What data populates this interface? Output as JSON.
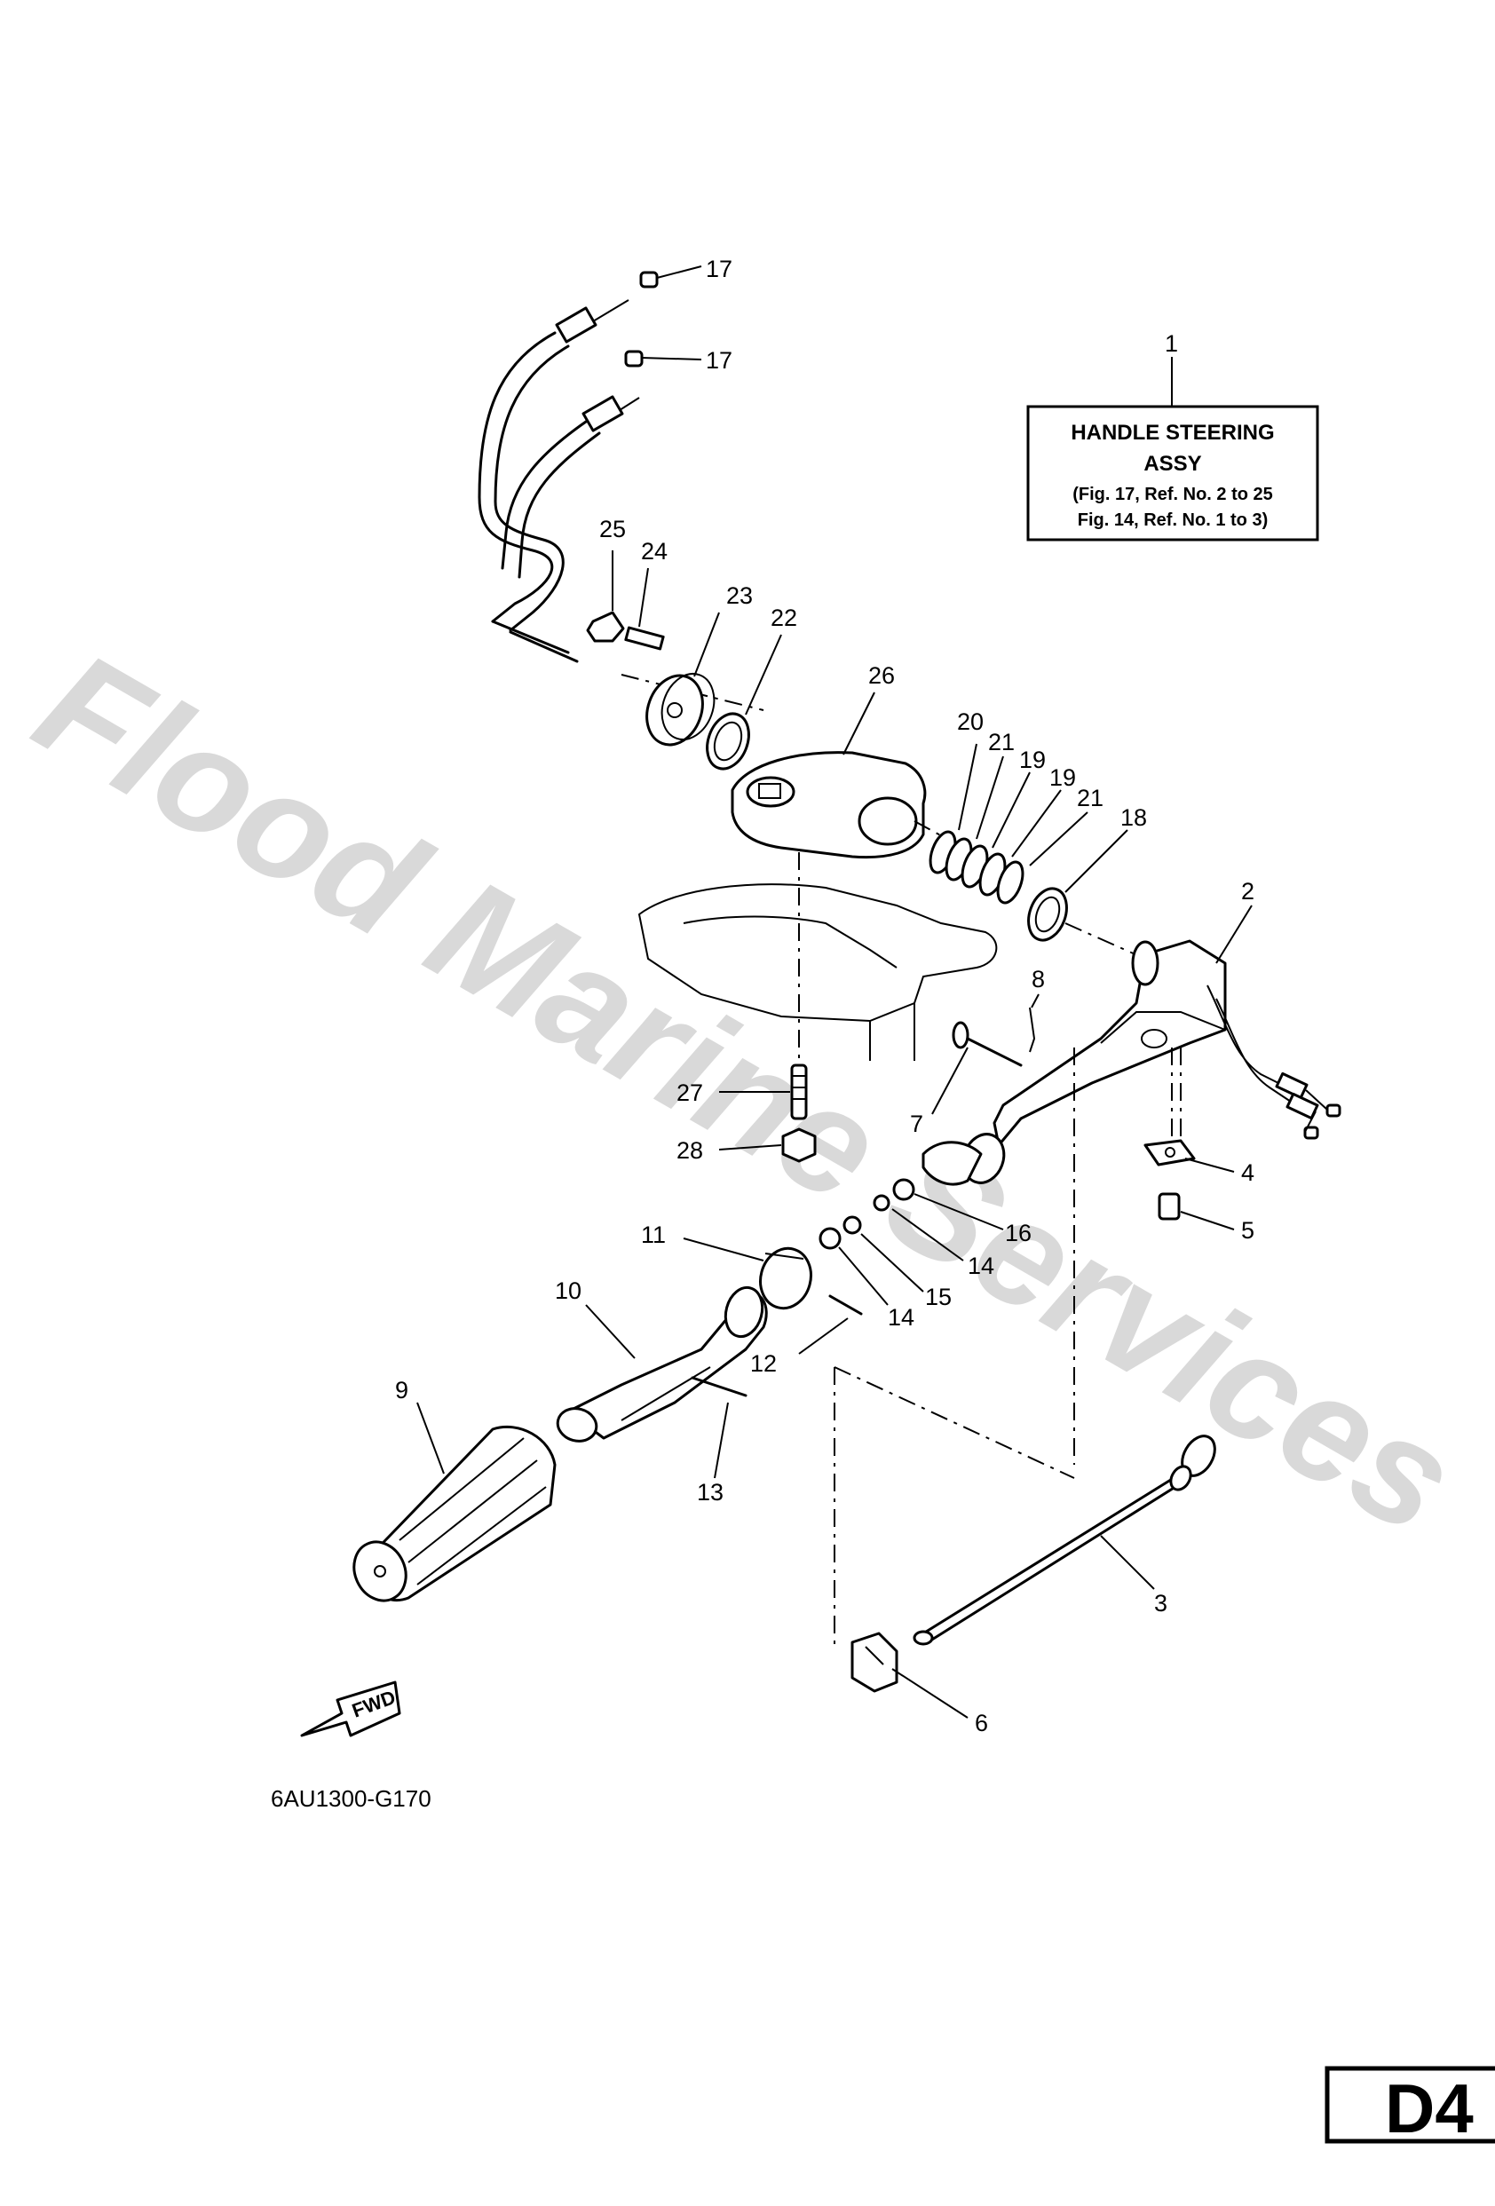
{
  "watermark": "Flood Marine Services",
  "assembly_box": {
    "line1": "HANDLE STEERING",
    "line2": "ASSY",
    "line3": "(Fig. 17, Ref. No. 2 to 25",
    "line4": "Fig. 14, Ref. No. 1 to 3)"
  },
  "callouts": {
    "c1": "1",
    "c2": "2",
    "c3": "3",
    "c4": "4",
    "c5": "5",
    "c6": "6",
    "c7": "7",
    "c8": "8",
    "c9": "9",
    "c10": "10",
    "c11": "11",
    "c12": "12",
    "c13": "13",
    "c14a": "14",
    "c14b": "14",
    "c15": "15",
    "c16": "16",
    "c17a": "17",
    "c17b": "17",
    "c18": "18",
    "c19a": "19",
    "c19b": "19",
    "c20": "20",
    "c21a": "21",
    "c21b": "21",
    "c22": "22",
    "c23": "23",
    "c24": "24",
    "c25": "25",
    "c26": "26",
    "c27": "27",
    "c28": "28"
  },
  "fwd_label": "FWD",
  "diagram_code": "6AU1300-G170",
  "page_code": "D4"
}
